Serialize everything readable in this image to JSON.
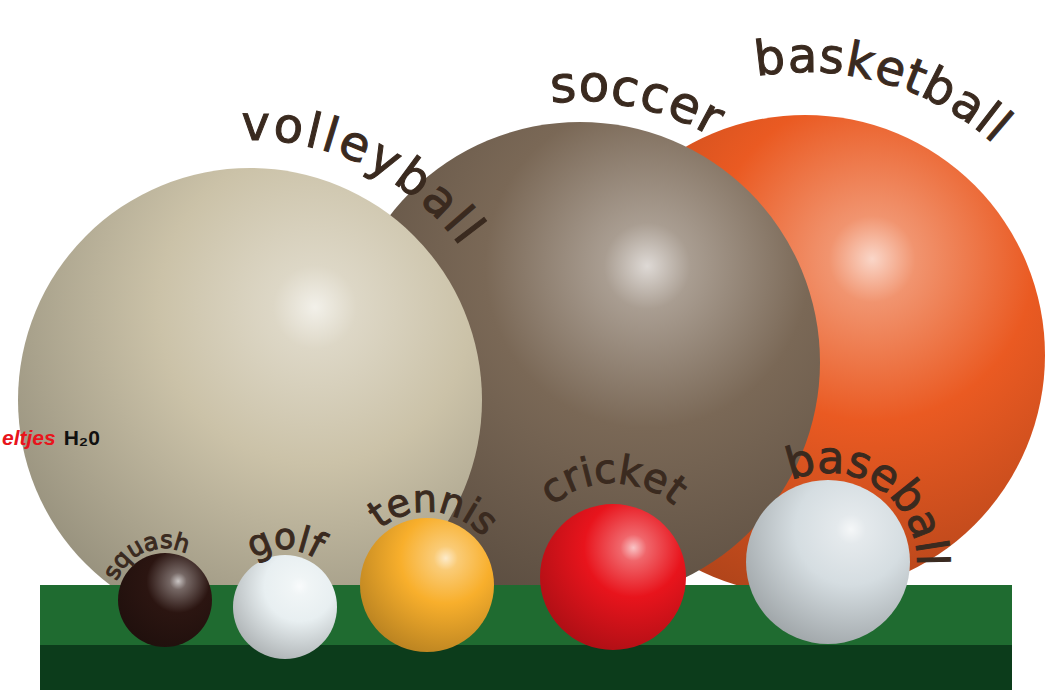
{
  "diagram": {
    "nodes": [
      {
        "text": [
          "volleyball"
        ]
      },
      {
        "text": [
          "soccer"
        ]
      },
      {
        "text": [
          "basketball"
        ]
      },
      {
        "text": [
          "squash"
        ]
      },
      {
        "text": [
          "golf"
        ]
      },
      {
        "text": [
          "tennis"
        ]
      },
      {
        "text": [
          "cricket"
        ]
      },
      {
        "text": [
          "baseball"
        ]
      }
    ],
    "labels": [
      "eltjes",
      "H₂0"
    ]
  }
}
